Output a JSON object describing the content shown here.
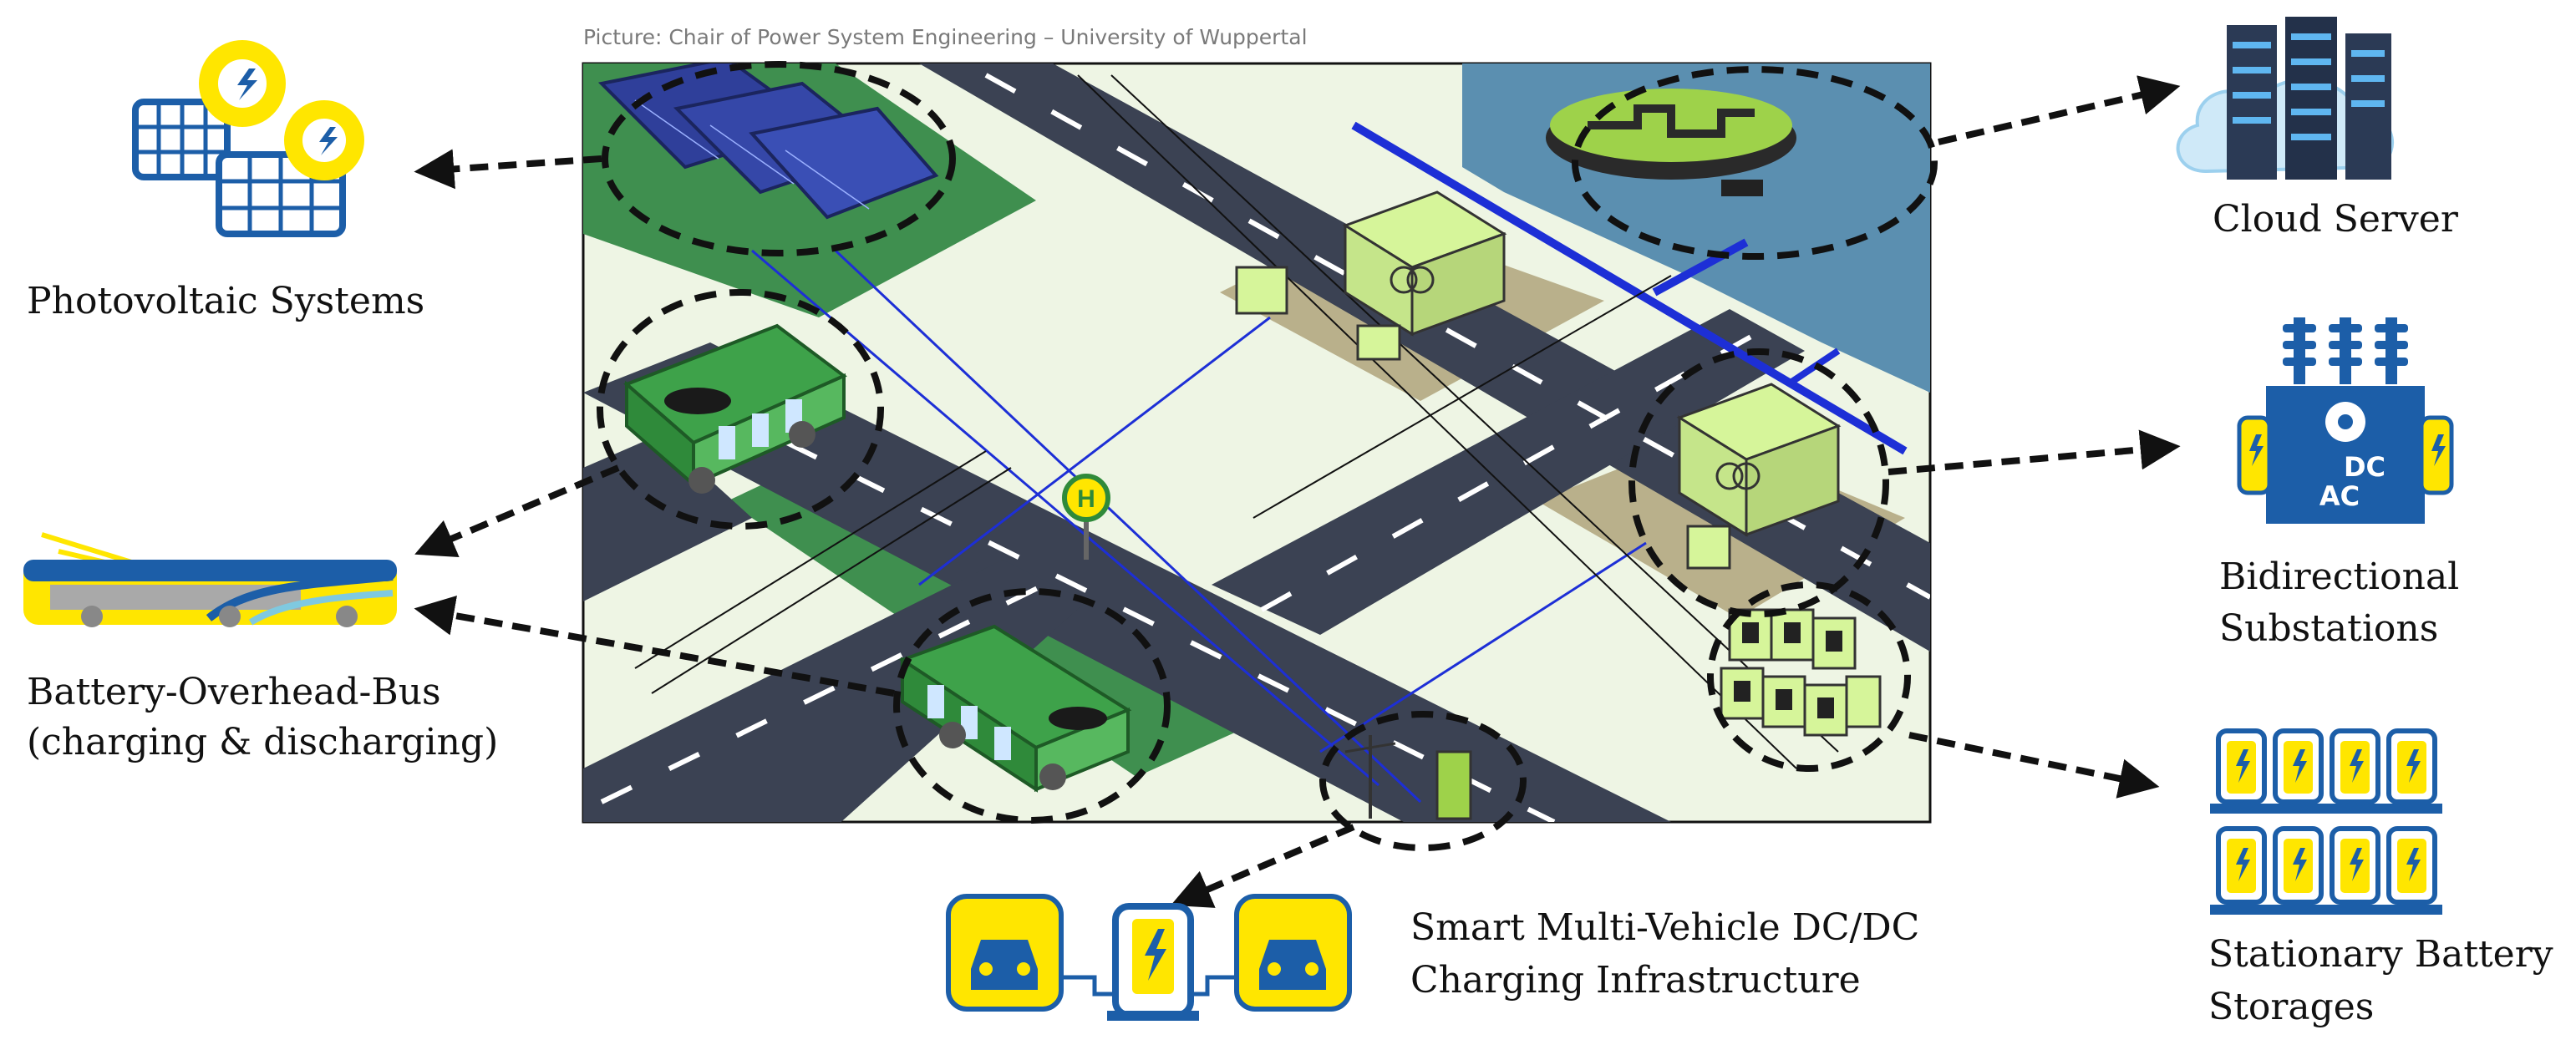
{
  "caption": "Picture: Chair of Power System Engineering – University of Wuppertal",
  "labels": {
    "photovoltaic": "Photovoltaic Systems",
    "bus_line1": "Battery-Overhead-Bus",
    "bus_line2": "(charging & discharging)",
    "charging_line1": "Smart Multi-Vehicle DC/DC",
    "charging_line2": "Charging Infrastructure",
    "cloud": "Cloud Server",
    "substations_line1": "Bidirectional",
    "substations_line2": "Substations",
    "storage_line1": "Stationary Battery",
    "storage_line2": "Storages"
  },
  "substation_icon_text": {
    "dc": "DC",
    "ac": "AC"
  },
  "bus_stop_sign": "H",
  "colors": {
    "icon_blue": "#1c5ea8",
    "icon_yellow": "#ffe600",
    "bus_green": "#3ea24a",
    "device_green": "#d6f59a",
    "road": "#3b4253",
    "grass": "#3f8f4f",
    "water": "#5b8fb0",
    "ground": "#eef5e4",
    "cable_blue": "#1d2fd6"
  }
}
